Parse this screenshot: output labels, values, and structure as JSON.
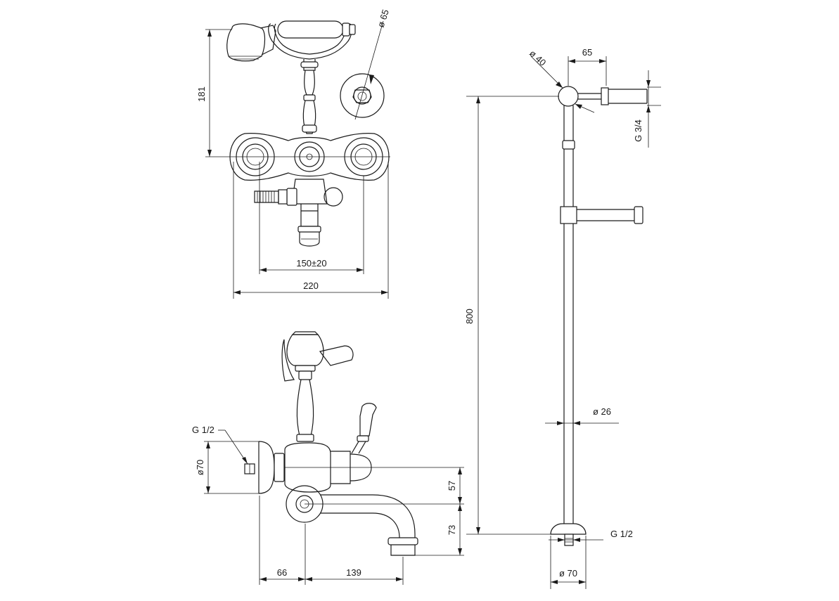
{
  "dimensions": {
    "top_view": {
      "height_181": "181",
      "diameter_65": "ø 65",
      "spacing_150": "150±20",
      "width_220": "220"
    },
    "shower_rail": {
      "diameter_40": "ø 40",
      "offset_65": "65",
      "thread_g34": "G 3/4",
      "height_800": "800",
      "diameter_26": "ø 26",
      "thread_g12": "G 1/2",
      "diameter_70": "ø 70"
    },
    "side_view": {
      "thread_g12": "G 1/2",
      "diameter_70": "ø70",
      "height_57": "57",
      "height_73": "73",
      "length_66": "66",
      "length_139": "139"
    }
  }
}
